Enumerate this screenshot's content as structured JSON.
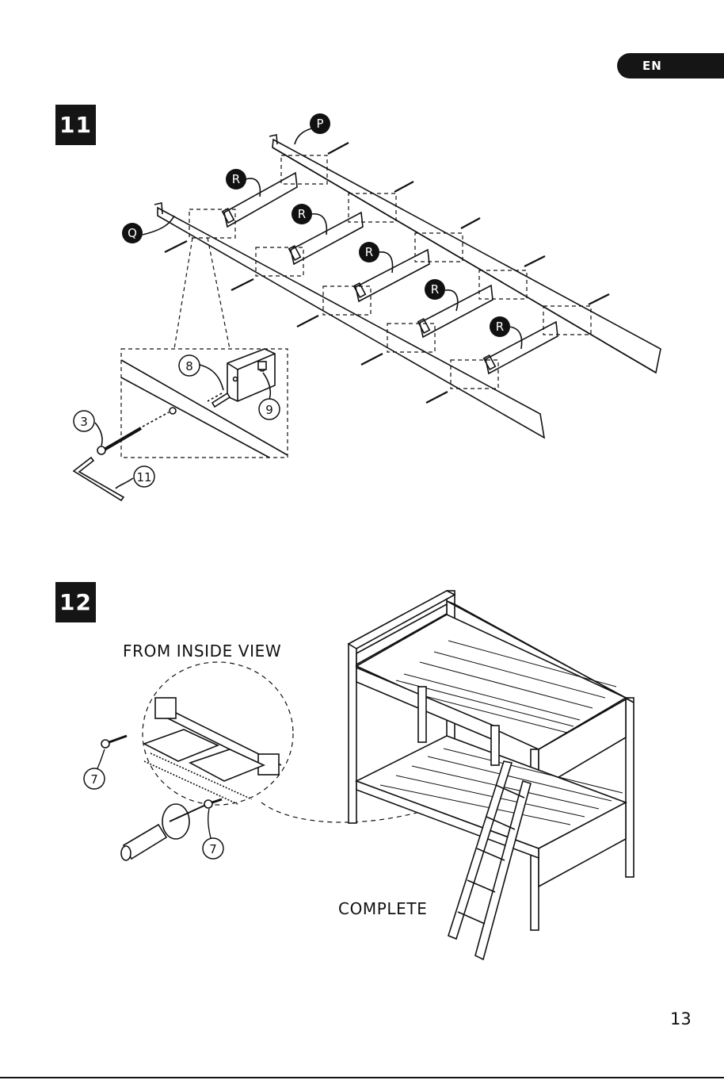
{
  "language_tab": "EN",
  "steps": [
    {
      "number": "11"
    },
    {
      "number": "12"
    }
  ],
  "parts": {
    "P": "P",
    "Q": "Q",
    "R": "R",
    "bolt": "3",
    "allen_key": "11",
    "dowel": "8",
    "barrel_nut": "9",
    "screw": "7"
  },
  "captions": {
    "inside_view": "FROM INSIDE VIEW",
    "complete": "COMPLETE"
  },
  "page_number": "13"
}
